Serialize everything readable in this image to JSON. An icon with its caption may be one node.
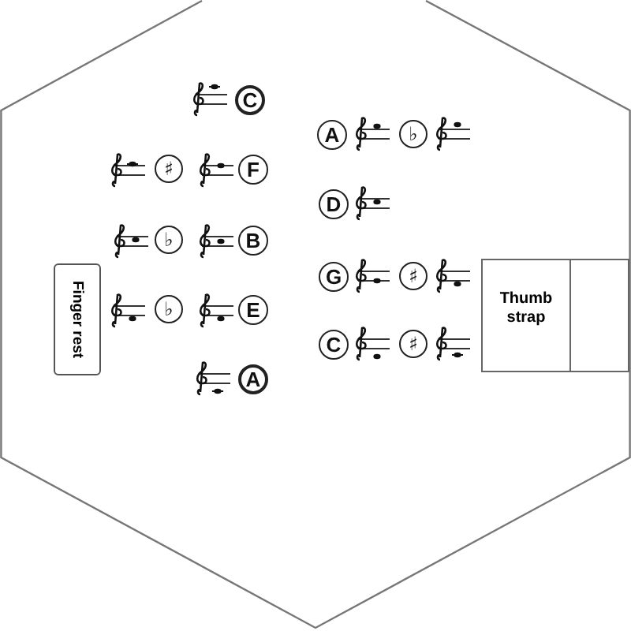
{
  "diagram": {
    "nodes": [
      {
        "text": [],
        "shape": "hexagon"
      },
      {
        "text": [
          "Finger rest"
        ],
        "in": 0
      },
      {
        "text": [
          "C"
        ],
        "in": 0
      },
      {
        "text": [
          "♯"
        ],
        "in": 0
      },
      {
        "text": [
          "F"
        ],
        "in": 0
      },
      {
        "text": [
          "♭"
        ],
        "in": 0
      },
      {
        "text": [
          "B"
        ],
        "in": 0
      },
      {
        "text": [
          "♭"
        ],
        "in": 0
      },
      {
        "text": [
          "E"
        ],
        "in": 0
      },
      {
        "text": [
          "A"
        ],
        "in": 0
      },
      {
        "text": [
          "A"
        ],
        "in": 0
      },
      {
        "text": [
          "♭"
        ],
        "in": 0
      },
      {
        "text": [
          "D"
        ],
        "in": 0
      },
      {
        "text": [
          "G"
        ],
        "in": 0
      },
      {
        "text": [
          "♯"
        ],
        "in": 0
      },
      {
        "text": [
          "C"
        ],
        "in": 0
      },
      {
        "text": [
          "♯"
        ],
        "in": 0
      },
      {
        "text": [
          "Thumb strap"
        ],
        "in": 0
      },
      {
        "text": [],
        "shape": "box",
        "in": 0
      }
    ],
    "edges": []
  }
}
